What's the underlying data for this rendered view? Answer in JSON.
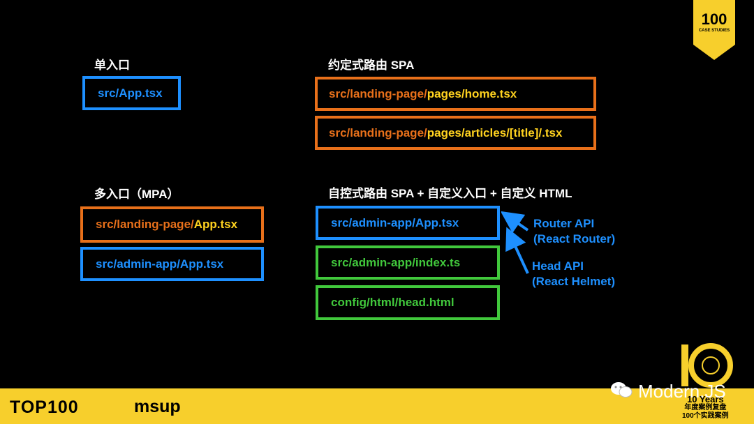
{
  "single_entry": {
    "heading": "单入口",
    "box": "src/App.tsx"
  },
  "convention_spa": {
    "heading": "约定式路由 SPA",
    "box1": {
      "prefix": "src/landing-page/",
      "suffix": "pages/home.tsx"
    },
    "box2": {
      "prefix": "src/landing-page/",
      "suffix": "pages/articles/[title]/.tsx"
    }
  },
  "multi_entry": {
    "heading": "多入口（MPA）",
    "box1": {
      "prefix": "src/landing-page/",
      "suffix": "App.tsx"
    },
    "box2": "src/admin-app/App.tsx"
  },
  "custom_spa": {
    "heading": "自控式路由 SPA + 自定义入口 + 自定义 HTML",
    "box1": "src/admin-app/App.tsx",
    "box2": "src/admin-app/index.ts",
    "box3": "config/html/head.html"
  },
  "notes": {
    "router_line1": "Router API",
    "router_line2": "(React Router)",
    "head_line1": "Head API",
    "head_line2": "(React Helmet)"
  },
  "branding": {
    "badge_number": "100",
    "badge_sub": "CASE STUDIES",
    "top100_logo": "TOP100",
    "msup_logo": "msup",
    "watermark": "Modern.JS",
    "anniversary_line1": "10 Years",
    "anniversary_line2": "年度案例复盘",
    "anniversary_line3": "100个实践案例"
  },
  "colors": {
    "blue": "#1e90ff",
    "orange": "#e8701a",
    "yellow": "#ffd21f",
    "green": "#41c83c",
    "footer": "#f7cf2c"
  }
}
